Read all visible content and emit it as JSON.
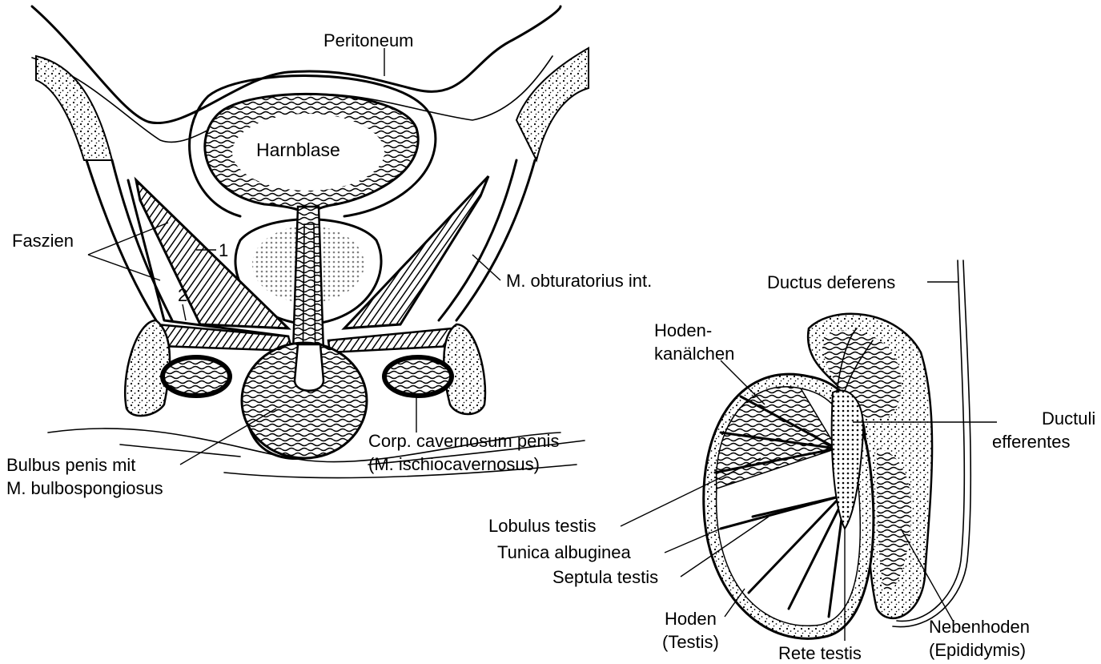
{
  "pelvis": {
    "peritoneum": "Peritoneum",
    "harnblase": "Harnblase",
    "faszien": "Faszien",
    "num1": "1",
    "num2": "2",
    "obturatorius": "M. obturatorius int.",
    "bulbus_line1": "Bulbus penis mit",
    "bulbus_line2": "M. bulbospongiosus",
    "corp_line1": "Corp. cavernosum penis",
    "corp_line2": "(M. ischiocavernosus)"
  },
  "testis": {
    "ductus_deferens": "Ductus deferens",
    "hoden_kanal_line1": "Hoden-",
    "hoden_kanal_line2": "kanälchen",
    "ductuli_line1": "Ductuli",
    "ductuli_line2": "efferentes",
    "lobulus": "Lobulus testis",
    "tunica": "Tunica albuginea",
    "septula": "Septula testis",
    "hoden_line1": "Hoden",
    "hoden_line2": "(Testis)",
    "rete": "Rete testis",
    "nebenhoden_line1": "Nebenhoden",
    "nebenhoden_line2": "(Epididymis)"
  }
}
